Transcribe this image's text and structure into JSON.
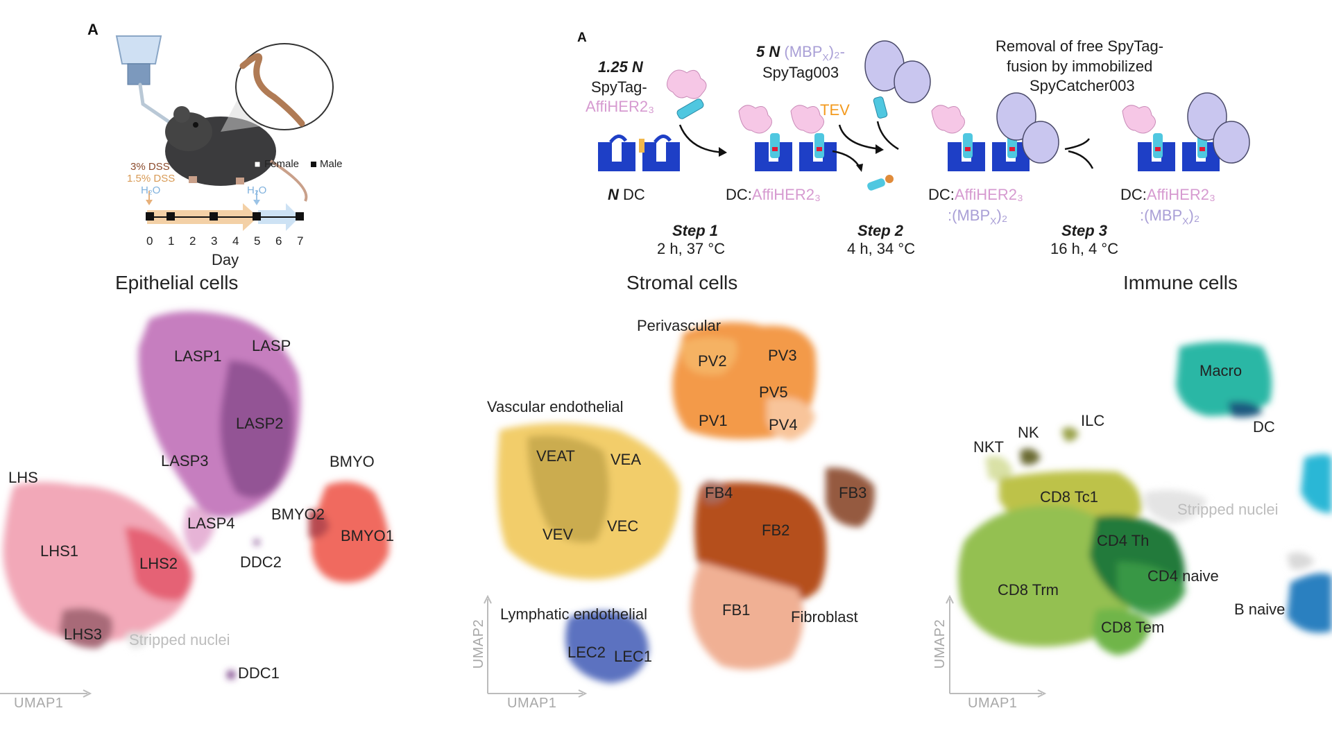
{
  "panelA1": {
    "letter": "A",
    "legend": {
      "female": "Female",
      "male": "Male"
    },
    "dss_high": "3% DSS",
    "dss_low": "1.5% DSS",
    "water_start": "H₂O",
    "water_end": "H₂O",
    "day_ticks": [
      "0",
      "1",
      "2",
      "3",
      "4",
      "5",
      "6",
      "7"
    ],
    "day_label": "Day"
  },
  "panelA2": {
    "letter": "A",
    "reagent1": {
      "amount": "1.25 N",
      "line1": "SpyTag-",
      "line2": "AffiHER2₃"
    },
    "reagent2": {
      "amount": "5 N",
      "line1a": "(MBP",
      "line1sub": "X",
      "line1b": ")₂-",
      "line2": "SpyTag003"
    },
    "removal": {
      "line1": "Removal of free SpyTag-",
      "line2": "fusion by immobilized",
      "line3": "SpyCatcher003"
    },
    "tev": "TEV",
    "dc": {
      "n": "N",
      "label": "DC"
    },
    "complex1": {
      "prefix": "DC:",
      "name": "AffiHER2₃"
    },
    "complex2": {
      "prefix": "DC:",
      "name": "AffiHER2₃",
      "line2a": ":(MBP",
      "line2sub": "X",
      "line2b": ")₂"
    },
    "complex3": {
      "prefix": "DC:",
      "name": "AffiHER2₃",
      "line2a": ":(MBP",
      "line2sub": "X",
      "line2b": ")₂"
    },
    "steps": [
      {
        "name": "Step 1",
        "cond": "2 h, 37 °C"
      },
      {
        "name": "Step 2",
        "cond": "4 h, 34 °C"
      },
      {
        "name": "Step 3",
        "cond": "16 h, 4 °C"
      }
    ]
  },
  "epithelial": {
    "title": "Epithelial cells",
    "labels": {
      "LASP1": "LASP1",
      "LASP": "LASP",
      "LASP2": "LASP2",
      "LASP3": "LASP3",
      "LASP4": "LASP4",
      "LHS": "LHS",
      "LHS1": "LHS1",
      "LHS2": "LHS2",
      "LHS3": "LHS3",
      "BMYO": "BMYO",
      "BMYO2": "BMYO2",
      "BMYO1": "BMYO1",
      "DDC2": "DDC2",
      "DDC1": "DDC1",
      "stripped": "Stripped nuclei"
    },
    "axis_x": "UMAP1"
  },
  "stromal": {
    "title": "Stromal cells",
    "labels": {
      "perivascular": "Perivascular",
      "PV2": "PV2",
      "PV3": "PV3",
      "PV5": "PV5",
      "PV1": "PV1",
      "PV4": "PV4",
      "vascular": "Vascular endothelial",
      "VEAT": "VEAT",
      "VEA": "VEA",
      "VEV": "VEV",
      "VEC": "VEC",
      "FB4": "FB4",
      "FB3": "FB3",
      "FB2": "FB2",
      "FB1": "FB1",
      "fibroblast": "Fibroblast",
      "lymphatic": "Lymphatic endothelial",
      "LEC2": "LEC2",
      "LEC1": "LEC1"
    },
    "axis_x": "UMAP1",
    "axis_y": "UMAP2"
  },
  "immune": {
    "title": "Immune cells",
    "labels": {
      "Macro": "Macro",
      "DC": "DC",
      "ILC": "ILC",
      "NK": "NK",
      "NKT": "NKT",
      "CD8Tc1": "CD8 Tc1",
      "stripped": "Stripped nuclei",
      "CD4Th": "CD4 Th",
      "CD4naive": "CD4 naive",
      "CD8Trm": "CD8 Trm",
      "CD8Tem": "CD8 Tem",
      "Bnaive": "B naive"
    },
    "axis_x": "UMAP1",
    "axis_y": "UMAP2"
  },
  "colors": {
    "lasp": "#b65fae",
    "lasp2": "#8b4d8e",
    "lhs": "#f2a8b8",
    "lhs2": "#e35a6e",
    "lhs3": "#a86a78",
    "bmyo": "#f06a5e",
    "ddc": "#6a2a7a",
    "pv": "#f39a4a",
    "pvlight": "#f8c49a",
    "ve": "#f2cd6a",
    "veat": "#c4a64a",
    "fb2": "#b5501e",
    "fb1": "#f0b094",
    "fb3": "#955a40",
    "lec": "#5b72c0",
    "macro": "#2ab7a5",
    "cd8trm": "#94c051",
    "cd8tc1": "#bdc24a",
    "cd4th": "#237a3a",
    "cd4naive": "#3c9c47",
    "bnaive": "#2a80c0"
  }
}
